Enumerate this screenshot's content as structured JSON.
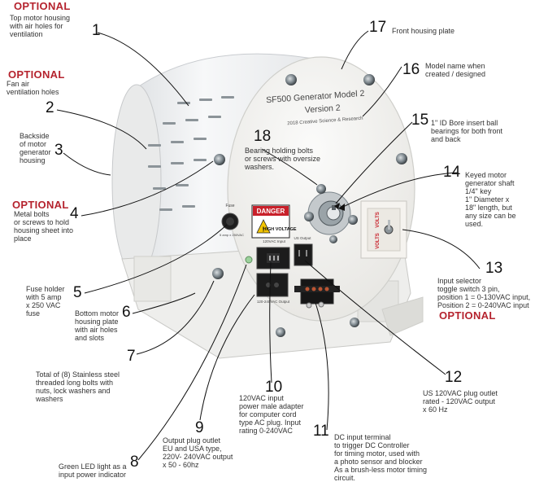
{
  "device": {
    "plate_title": "SF500 Generator Model 2",
    "plate_version": "Version 2",
    "plate_maker": "2018 Creative Science & Research",
    "danger_word": "DANGER",
    "danger_text": "HIGH VOLTAGE",
    "fuse_tag": "Fuse",
    "fuse_rating_tag": "5 amp x 250VAC",
    "input_tag": "120VAC Input",
    "output_tag": "120-240VAC Output",
    "us_output_tag": "US Output",
    "switch_word": "VOLTS"
  },
  "callouts": [
    {
      "id": "1",
      "num": "1",
      "text": "Top motor housing\nwith air holes for\nventilation",
      "optional": "OPTIONAL"
    },
    {
      "id": "2",
      "num": "2",
      "text": "Fan air\nventilation holes",
      "optional": "OPTIONAL"
    },
    {
      "id": "3",
      "num": "3",
      "text": "Backside\nof motor\ngenerator\nhousing",
      "optional": ""
    },
    {
      "id": "4",
      "num": "4",
      "text": "Metal bolts\nor screws to hold\nhousing sheet into\nplace",
      "optional": "OPTIONAL"
    },
    {
      "id": "5",
      "num": "5",
      "text": "Fuse holder\nwith 5 amp\nx 250 VAC\nfuse",
      "optional": ""
    },
    {
      "id": "6",
      "num": "6",
      "text": "Bottom motor\nhousing plate\nwith air holes\nand slots",
      "optional": ""
    },
    {
      "id": "7",
      "num": "7",
      "text": "Total of (8) Stainless steel\nthreaded long bolts with\nnuts, lock washers and\nwashers",
      "optional": ""
    },
    {
      "id": "8",
      "num": "8",
      "text": "Green LED light as a\ninput power indicator",
      "optional": ""
    },
    {
      "id": "9",
      "num": "9",
      "text": "Output plug outlet\nEU and USA type,\n220V- 240VAC output\nx 50 - 60hz",
      "optional": ""
    },
    {
      "id": "10",
      "num": "10",
      "text": "120VAC input\npower male adapter\nfor computer cord\ntype AC plug. Input\nrating 0-240VAC",
      "optional": ""
    },
    {
      "id": "11",
      "num": "11",
      "text": "DC input terminal\nto trigger DC Controller\nfor timing motor, used with\na photo sensor and blocker\nAs a brush-less motor timing\ncircuit.",
      "optional": ""
    },
    {
      "id": "12",
      "num": "12",
      "text": "US 120VAC plug outlet\nrated - 120VAC output\nx 60 Hz",
      "optional": ""
    },
    {
      "id": "13",
      "num": "13",
      "text": "Input selector\ntoggle switch 3 pin,\nposition 1 = 0-130VAC input,\nPosition 2 = 0-240VAC input",
      "optional": "OPTIONAL"
    },
    {
      "id": "14",
      "num": "14",
      "text": "Keyed motor\ngenerator shaft\n1/4\" key\n1\" Diameter x\n18\" length, but\nany size can be\nused.",
      "optional": ""
    },
    {
      "id": "15",
      "num": "15",
      "text": "1\" ID Bore insert ball\nbearings for both front\nand back",
      "optional": ""
    },
    {
      "id": "16",
      "num": "16",
      "text": "Model name when\ncreated / designed",
      "optional": ""
    },
    {
      "id": "17",
      "num": "17",
      "text": "Front housing plate",
      "optional": ""
    },
    {
      "id": "18",
      "num": "18",
      "text": "Bearing holding bolts\nor screws with oversize\nwashers.",
      "optional": ""
    }
  ]
}
